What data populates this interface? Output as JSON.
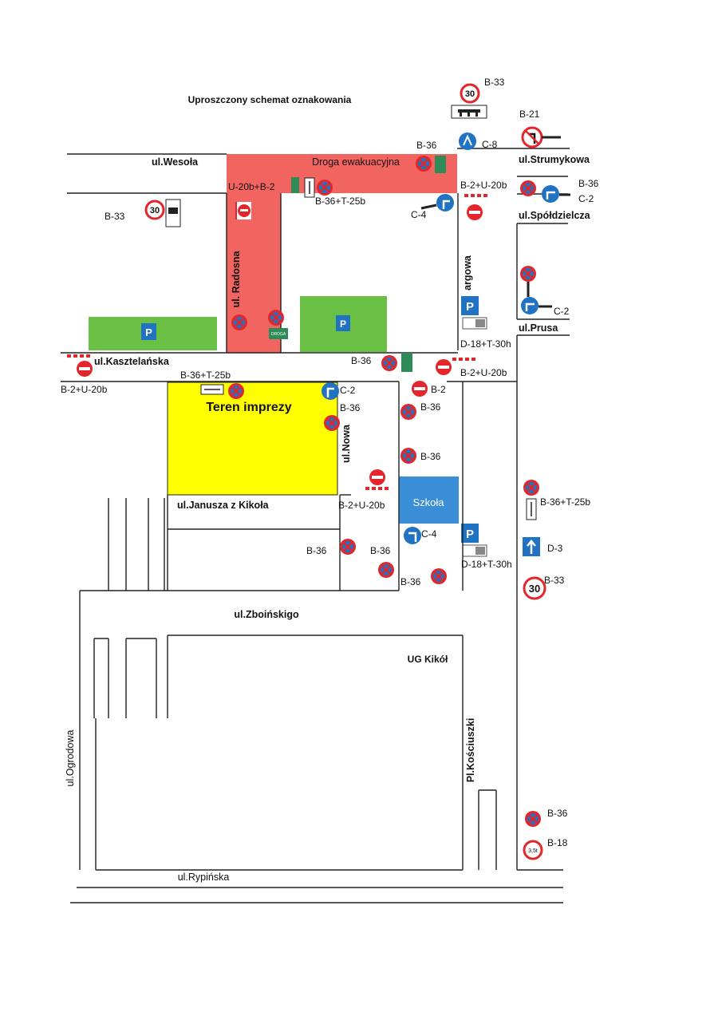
{
  "title": "Uproszczony schemat oznakowania",
  "areas": {
    "evacuation": "Droga ewakuacyjna",
    "event": "Teren imprezy",
    "school": "Szkoła",
    "ug": "UG Kikół",
    "parking_letter": "P"
  },
  "streets": {
    "wesola": "ul.Wesoła",
    "strumykowa": "ul.Strumykowa",
    "spoldzielcza": "ul.Spółdzielcza",
    "radosna": "ul. Radosna",
    "targowa": "argowa",
    "prusa": "ul.Prusa",
    "kasztelanska": "ul.Kasztelańska",
    "nowa": "ul.Nowa",
    "janusza": "ul.Janusza z Kikoła",
    "zboinskiego": "ul.Zboińskigo",
    "ogrodowa": "ul.Ogrodowa",
    "koscuszki": "Pl.Kościuszki",
    "rypinska": "ul.Rypińska"
  },
  "sign_labels": {
    "b33_top": "B-33",
    "b21": "B-21",
    "c8": "C-8",
    "b36_evac": "B-36",
    "u20b_b2_left": "U-20b+B-2",
    "b36_t25b_evac": "B-36+T-25b",
    "b2_u20b_top": "B-2+U-20b",
    "c4_top": "C-4",
    "b36_strumykowa": "B-36",
    "c2_strumykowa": "C-2",
    "b33_left": "B-33",
    "c2_prusa": "C-2",
    "d18_top": "D-18+T-30h",
    "b36_kasz": "B-36",
    "b2_u20b_kasz_right": "B-2+U-20b",
    "b36_t25b_teren": "B-36+T-25b",
    "b2_u20b_kasz_left": "B-2+U-20b",
    "c2_teren": "C-2",
    "b36_nowa": "B-36",
    "b2_mid": "B-2",
    "b36_mid1": "B-36",
    "b36_mid2": "B-36",
    "b2_u20b_janusza": "B-2+U-20b",
    "c4_mid": "C-4",
    "d18_mid": "D-18+T-30h",
    "b36_lower1": "B-36",
    "b36_lower2": "B-36",
    "b36_lower3": "B-36",
    "b36_t25b_right": "B-36+T-25b",
    "d3": "D-3",
    "b33_right": "B-33",
    "b36_bottom": "B-36",
    "b18": "B-18"
  },
  "sign_values": {
    "speed": "30",
    "weight": "3,5t",
    "droga_plate": "DROGA"
  },
  "colors": {
    "evacuation": "#f2645f",
    "event": "#ffff00",
    "parking_green": "#6abf45",
    "school": "#3a8ed8",
    "sign_blue": "#1f73c2",
    "sign_red": "#e3262b",
    "green_plate": "#2e8b57"
  },
  "icons": [
    "no-stopping-sign",
    "no-entry-sign",
    "speed-limit-sign",
    "parking-sign",
    "keep-right-sign",
    "one-way-sign",
    "road-closed-barrier",
    "dead-end-plate",
    "weight-limit-sign"
  ]
}
